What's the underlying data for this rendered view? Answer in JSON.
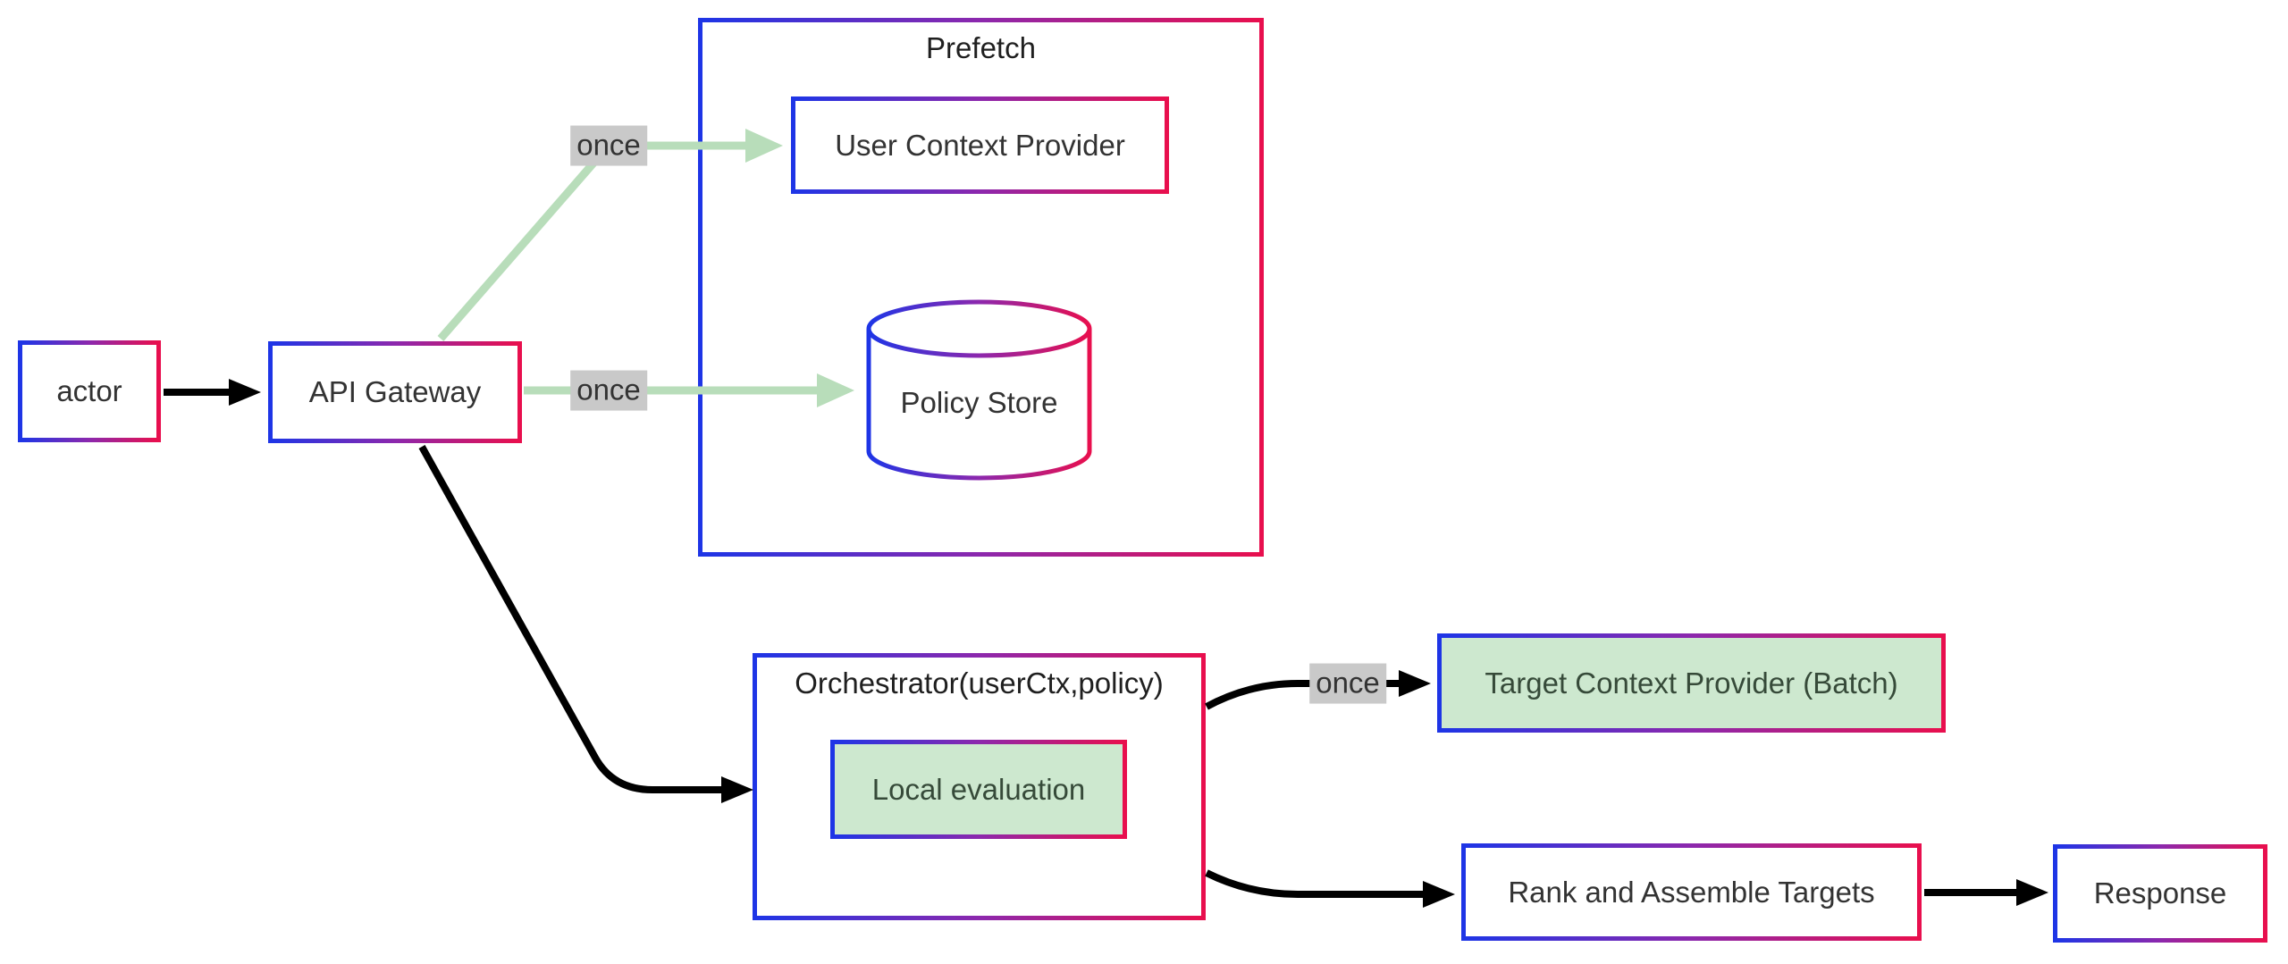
{
  "diagram": {
    "type": "flowchart",
    "direction": "left-to-right",
    "nodes": {
      "actor": {
        "label": "actor",
        "shape": "rect",
        "fill": "white"
      },
      "api_gateway": {
        "label": "API Gateway",
        "shape": "rect",
        "fill": "white"
      },
      "prefetch": {
        "label": "Prefetch",
        "shape": "container"
      },
      "user_context_provider": {
        "label": "User Context Provider",
        "shape": "rect",
        "fill": "white",
        "parent": "prefetch"
      },
      "policy_store": {
        "label": "Policy Store",
        "shape": "cylinder",
        "fill": "white",
        "parent": "prefetch"
      },
      "orchestrator": {
        "label": "Orchestrator(userCtx,policy)",
        "shape": "container"
      },
      "local_evaluation": {
        "label": "Local evaluation",
        "shape": "rect",
        "fill": "green",
        "parent": "orchestrator"
      },
      "target_context_provider": {
        "label": "Target Context Provider (Batch)",
        "shape": "rect",
        "fill": "green"
      },
      "rank_and_assemble": {
        "label": "Rank and Assemble Targets",
        "shape": "rect",
        "fill": "white"
      },
      "response": {
        "label": "Response",
        "shape": "rect",
        "fill": "white"
      }
    },
    "edges": [
      {
        "from": "actor",
        "to": "api_gateway",
        "label": "",
        "style": "black"
      },
      {
        "from": "api_gateway",
        "to": "user_context_provider",
        "label": "once",
        "style": "green"
      },
      {
        "from": "api_gateway",
        "to": "policy_store",
        "label": "once",
        "style": "green"
      },
      {
        "from": "api_gateway",
        "to": "orchestrator",
        "label": "",
        "style": "black"
      },
      {
        "from": "orchestrator",
        "to": "target_context_provider",
        "label": "once",
        "style": "black"
      },
      {
        "from": "orchestrator",
        "to": "rank_and_assemble",
        "label": "",
        "style": "black"
      },
      {
        "from": "rank_and_assemble",
        "to": "response",
        "label": "",
        "style": "black"
      }
    ],
    "colors": {
      "border_gradient_start": "#1e35e6",
      "border_gradient_mid": "#8c28ad",
      "border_gradient_end": "#e80f4e",
      "edge_black": "#000000",
      "edge_green": "#b8ddba",
      "edge_label_bg": "#c9c9c9",
      "node_fill_white": "#ffffff",
      "node_fill_green": "#cde8cf",
      "text_dark": "#333333"
    }
  }
}
